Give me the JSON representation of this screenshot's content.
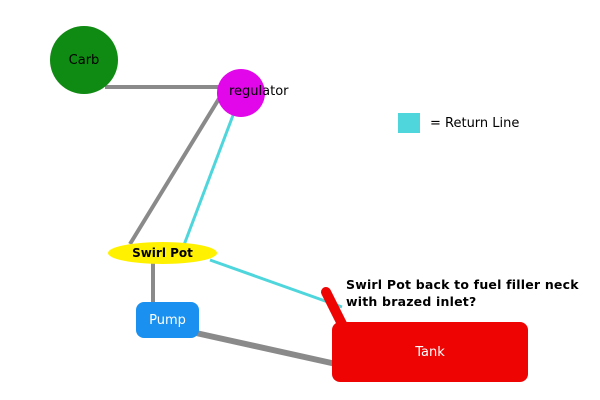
{
  "nodes": {
    "carb": "Carb",
    "regulator": "regulator",
    "swirl_pot": "Swirl Pot",
    "pump": "Pump",
    "tank": "Tank"
  },
  "legend": {
    "color": "#4fd6dc",
    "label": "= Return Line"
  },
  "annotation": {
    "line1": "Swirl Pot back to fuel filler neck",
    "line2": "with brazed inlet?"
  },
  "colors": {
    "feed_line": "#8a8a8a",
    "return_line": "#4fd6dc",
    "carb": "#0f8a12",
    "regulator": "#e206ea",
    "swirl_pot": "#fff100",
    "pump": "#1a91f0",
    "tank": "#ef0404"
  }
}
